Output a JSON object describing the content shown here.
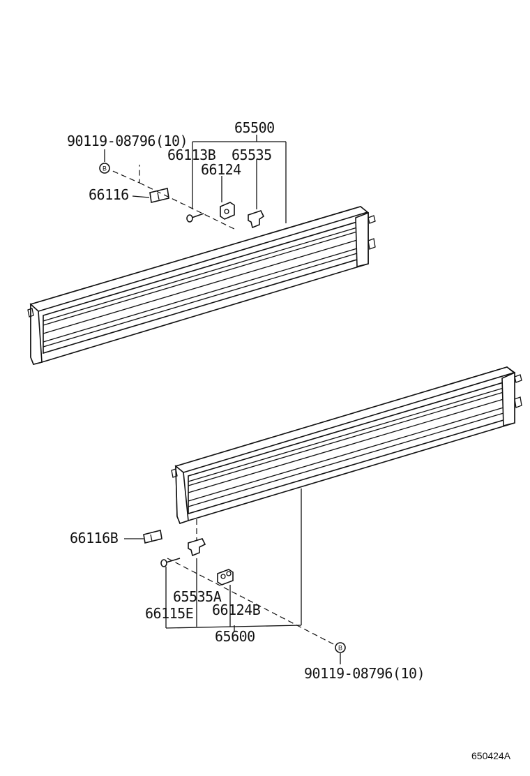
{
  "diagram": {
    "upper": {
      "assembly": "65500",
      "bolt_label": "90119-08796(10)",
      "bolt_mark": "B",
      "parts": {
        "pin": "66113B",
        "bracket": "66124",
        "hook": "65535",
        "pad": "66116"
      }
    },
    "lower": {
      "assembly": "65600",
      "bolt_label": "90119-08796(10)",
      "bolt_mark": "B",
      "parts": {
        "pad": "66116B",
        "hook": "65535A",
        "pin": "66115E",
        "bracket": "66124B"
      }
    },
    "figure_code": "650424A"
  }
}
